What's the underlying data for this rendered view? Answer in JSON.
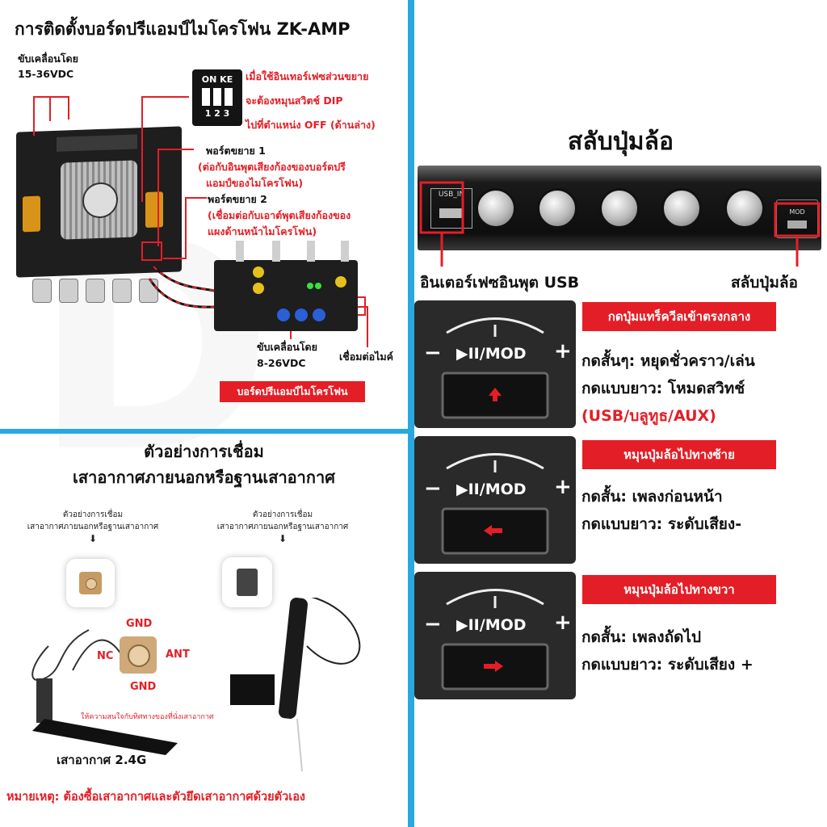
{
  "top_left": {
    "title": "การติดตั้งบอร์ดปรีแอมป์ไมโครโฟน ZK-AMP",
    "power_in_label_1": "ขับเคลื่อนโดย",
    "power_in_label_2": "15-36VDC",
    "dip_switch_text": "ON KE",
    "dip_numbers": "1 2 3",
    "dip_note_1": "เมื่อใช้อินเทอร์เฟซส่วนขยาย",
    "dip_note_2": "จะต้องหมุนสวิตช์ DIP",
    "dip_note_3": "ไปที่ตำแหน่ง OFF (ด้านล่าง)",
    "port1_title": "พอร์ตขยาย 1",
    "port1_desc_1": "(ต่อกับอินพุตเสียงก้องของบอร์ดปรี",
    "port1_desc_2": "แอมป์ของไมโครโฟน)",
    "port2_title": "พอร์ตขยาย 2",
    "port2_desc_1": "(เชื่อมต่อกับเอาต์พุตเสียงก้องของ",
    "port2_desc_2": "แผงด้านหน้าไมโครโฟน)",
    "preamp_power_1": "ขับเคลื่อนโดย",
    "preamp_power_2": "8-26VDC",
    "mic_connect": "เชื่อมต่อไมค์",
    "preamp_badge": "บอร์ดปรีแอมป์ไมโครโฟน"
  },
  "bottom_left": {
    "title_1": "ตัวอย่างการเชื่อม",
    "title_2": "เสาอากาศภายนอกหรือฐานเสาอากาศ",
    "example_a_1": "ตัวอย่างการเชื่อม",
    "example_a_2": "เสาอากาศภายนอกหรือฐานเสาอากาศ",
    "example_b_1": "ตัวอย่างการเชื่อม",
    "example_b_2": "เสาอากาศภายนอกหรือฐานเสาอากาศ",
    "pin_gnd_top": "GND",
    "pin_nc": "NC",
    "pin_ant": "ANT",
    "pin_gnd_bottom": "GND",
    "direction_note": "ให้ความสนใจกับทิศทางของที่นั่งเสาอากาศ",
    "antenna_label": "เสาอากาศ 2.4G",
    "note": "หมายเหตุ: ต้องซื้อเสาอากาศและตัวยึดเสาอากาศด้วยตัวเอง"
  },
  "right": {
    "title": "สลับปุ่มล้อ",
    "usb_label": "USB_IN",
    "mod_small": "MOD",
    "usb_caption": "อินเตอร์เฟซอินพุต USB",
    "wheel_caption": "สลับปุ่มล้อ",
    "panel_minus": "−",
    "panel_plus": "+",
    "panel_mod": "▶II/MOD",
    "step1_badge": "กดปุ่มแทร็ควีลเข้าตรงกลาง",
    "step1_line1": "กดสั้นๆ: หยุดชั่วคราว/เล่น",
    "step1_line2": "กดแบบยาว: โหมดสวิทช์",
    "step1_line3": "(USB/บลูทูธ/AUX)",
    "step2_badge": "หมุนปุ่มล้อไปทางซ้าย",
    "step2_line1": "กดสั้น: เพลงก่อนหน้า",
    "step2_line2": "กดแบบยาว: ระดับเสียง-",
    "step3_badge": "หมุนปุ่มล้อไปทางขวา",
    "step3_line1": "กดสั้น: เพลงถัดไป",
    "step3_line2": "กดแบบยาว: ระดับเสียง +"
  },
  "colors": {
    "accent_red": "#e41e26",
    "divider_blue": "#29a8df"
  }
}
